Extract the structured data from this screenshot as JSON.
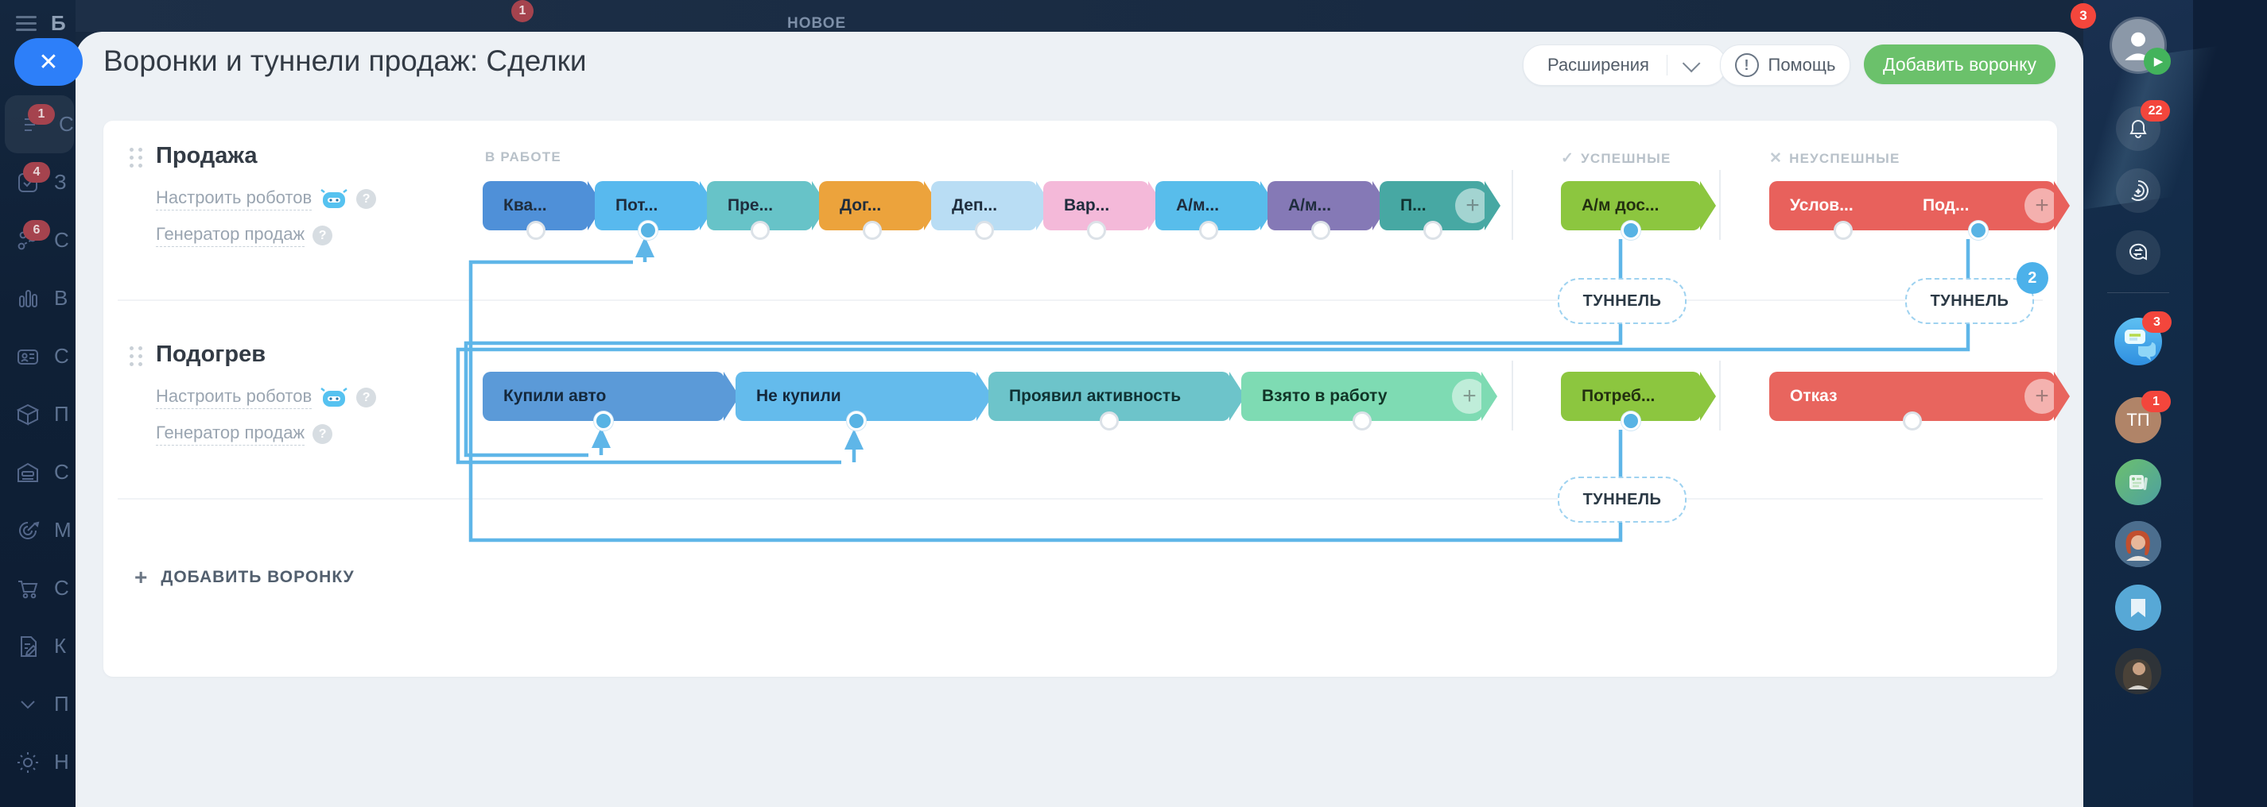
{
  "colors": {
    "accent_blue": "#2d7ff9",
    "tunnel_line": "#5fb6e8",
    "green_button": "#6bc16b",
    "sidebar_badge": "#a5434e",
    "rail_badge": "#f3463c",
    "card_bg": "#ffffff",
    "modal_bg": "#edf1f5"
  },
  "topbar": {
    "new_label": "НОВОЕ",
    "badge": "1"
  },
  "sidebar": {
    "logo_letter": "Б",
    "close_label": "×",
    "items": [
      {
        "icon": "feed-icon",
        "letter": "С",
        "badge": "1"
      },
      {
        "icon": "tasks-icon",
        "letter": "З",
        "badge": "4"
      },
      {
        "icon": "crm-icon",
        "letter": "С",
        "badge": "6"
      },
      {
        "icon": "chart-icon",
        "letter": "В",
        "badge": ""
      },
      {
        "icon": "contacts-icon",
        "letter": "С",
        "badge": ""
      },
      {
        "icon": "box-icon",
        "letter": "П",
        "badge": ""
      },
      {
        "icon": "warehouse-icon",
        "letter": "С",
        "badge": ""
      },
      {
        "icon": "marketing-icon",
        "letter": "М",
        "badge": ""
      },
      {
        "icon": "cart-icon",
        "letter": "С",
        "badge": ""
      },
      {
        "icon": "document-icon",
        "letter": "К",
        "badge": ""
      },
      {
        "icon": "chevron-icon",
        "letter": "П",
        "badge": ""
      },
      {
        "icon": "gear-icon",
        "letter": "Н",
        "badge": ""
      }
    ]
  },
  "header": {
    "title": "Воронки и туннели продаж: Сделки",
    "extensions_label": "Расширения",
    "help_label": "Помощь",
    "help_icon_glyph": "!",
    "add_funnel_label": "Добавить воронку"
  },
  "board": {
    "labels": {
      "in_work": "В РАБОТЕ",
      "success": "УСПЕШНЫЕ",
      "fail": "НЕУСПЕШНЫЕ",
      "success_mark": "✓",
      "fail_mark": "✕"
    },
    "tunnel_label": "ТУННЕЛЬ",
    "tunnel2_counter": "2",
    "add_funnel_bottom": "ДОБАВИТЬ ВОРОНКУ",
    "funnels": [
      {
        "name": "Продажа",
        "robots_link": "Настроить роботов",
        "generator_link": "Генератор продаж",
        "stages": [
          {
            "label": "Ква...",
            "bg": "#4f90d8",
            "fg": "#1f2d3d"
          },
          {
            "label": "Пот...",
            "bg": "#58b9ee",
            "fg": "#1f2d3d"
          },
          {
            "label": "Пре...",
            "bg": "#67c3c8",
            "fg": "#1f2d3d"
          },
          {
            "label": "Дог...",
            "bg": "#eca33c",
            "fg": "#1f2d3d"
          },
          {
            "label": "Деп...",
            "bg": "#b9ddf4",
            "fg": "#1f2d3d"
          },
          {
            "label": "Вар...",
            "bg": "#f4b9d9",
            "fg": "#1f2d3d"
          },
          {
            "label": "А/м...",
            "bg": "#58bdeb",
            "fg": "#1f2d3d"
          },
          {
            "label": "А/м...",
            "bg": "#8579b6",
            "fg": "#1f2d3d"
          },
          {
            "label": "П...",
            "bg": "#47a8a3",
            "fg": "#10322f"
          },
          {
            "label": "А/м дос...",
            "bg": "#8cc63f",
            "fg": "#233010"
          },
          {
            "label": "Услов...",
            "bg": "#e8615c",
            "fg": "#ffffff"
          },
          {
            "label": "Под...",
            "bg": "#e8615c",
            "fg": "#ffffff"
          }
        ]
      },
      {
        "name": "Подогрев",
        "robots_link": "Настроить роботов",
        "generator_link": "Генератор продаж",
        "stages": [
          {
            "label": "Купили авто",
            "bg": "#5b9ad8",
            "fg": "#14283c"
          },
          {
            "label": "Не купили",
            "bg": "#64bbec",
            "fg": "#14283c"
          },
          {
            "label": "Проявил активность",
            "bg": "#6dc4ca",
            "fg": "#0f3234"
          },
          {
            "label": "Взято в работу",
            "bg": "#7edbb3",
            "fg": "#113527"
          },
          {
            "label": "Потреб...",
            "bg": "#8cc63f",
            "fg": "#233010"
          },
          {
            "label": "Отказ",
            "bg": "#e8655e",
            "fg": "#ffffff"
          }
        ]
      }
    ]
  },
  "rail": {
    "top_badge": "3",
    "bell_badge": "22",
    "messenger_badge": "3",
    "tp_badge": "1",
    "tp_initials": "ТП"
  }
}
